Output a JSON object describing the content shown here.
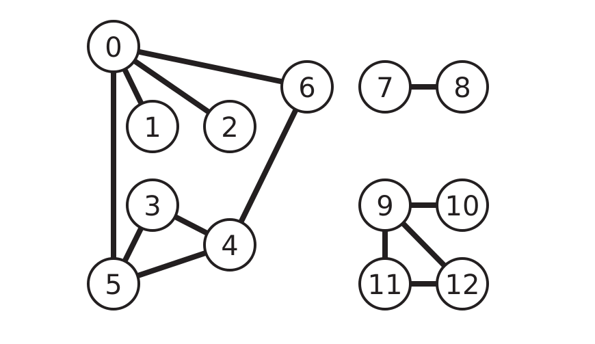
{
  "graph": {
    "colors": {
      "stroke": "#231f20",
      "node_fill": "#ffffff",
      "background": "#ffffff"
    },
    "nodes": [
      {
        "id": "0",
        "label": "0"
      },
      {
        "id": "1",
        "label": "1"
      },
      {
        "id": "2",
        "label": "2"
      },
      {
        "id": "3",
        "label": "3"
      },
      {
        "id": "4",
        "label": "4"
      },
      {
        "id": "5",
        "label": "5"
      },
      {
        "id": "6",
        "label": "6"
      },
      {
        "id": "7",
        "label": "7"
      },
      {
        "id": "8",
        "label": "8"
      },
      {
        "id": "9",
        "label": "9"
      },
      {
        "id": "10",
        "label": "10"
      },
      {
        "id": "11",
        "label": "11"
      },
      {
        "id": "12",
        "label": "12"
      }
    ],
    "edges": [
      {
        "from": "0",
        "to": "1"
      },
      {
        "from": "0",
        "to": "2"
      },
      {
        "from": "0",
        "to": "6"
      },
      {
        "from": "0",
        "to": "5"
      },
      {
        "from": "6",
        "to": "4"
      },
      {
        "from": "3",
        "to": "4"
      },
      {
        "from": "3",
        "to": "5"
      },
      {
        "from": "5",
        "to": "4"
      },
      {
        "from": "7",
        "to": "8"
      },
      {
        "from": "9",
        "to": "10"
      },
      {
        "from": "9",
        "to": "11"
      },
      {
        "from": "9",
        "to": "12"
      },
      {
        "from": "11",
        "to": "12"
      }
    ]
  }
}
